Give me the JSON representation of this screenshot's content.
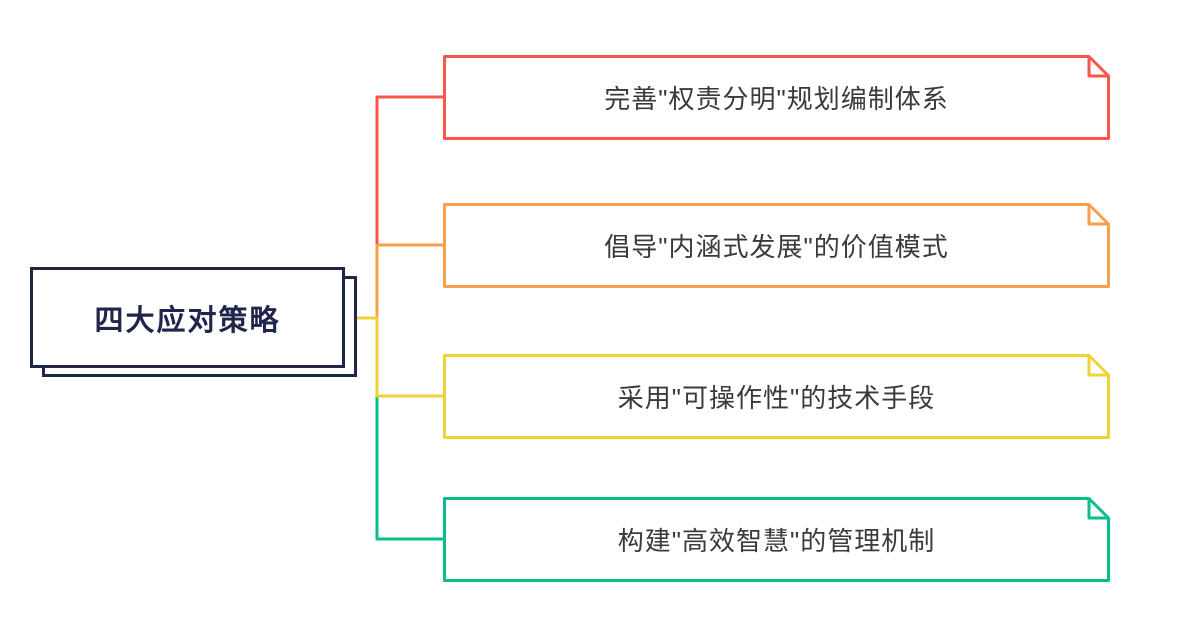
{
  "root": {
    "label": "四大应对策略",
    "border_color": "#20254B",
    "text_color": "#20254B"
  },
  "branches": [
    {
      "label": "完善\"权责分明\"规划编制体系",
      "color": "#F9564B"
    },
    {
      "label": "倡导\"内涵式发展\"的价值模式",
      "color": "#F6A04E"
    },
    {
      "label": "采用\"可操作性\"的技术手段",
      "color": "#EFD235"
    },
    {
      "label": "构建\"高效智慧\"的管理机制",
      "color": "#0ABD8D"
    }
  ]
}
